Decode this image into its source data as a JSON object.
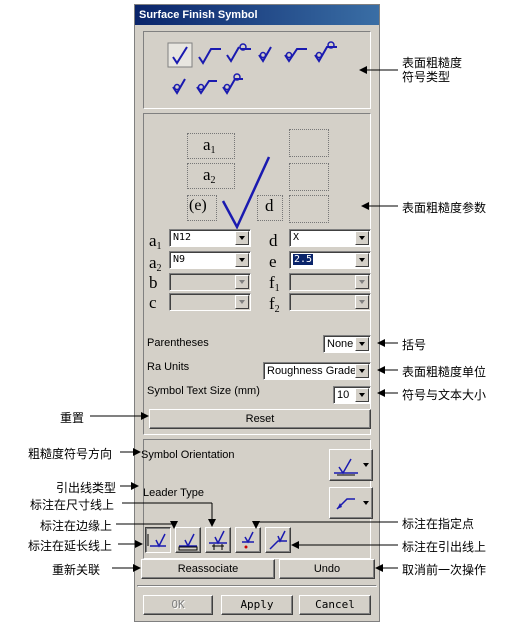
{
  "dialog": {
    "title": "Surface Finish Symbol",
    "param_labels": {
      "a1_base": "a",
      "a1_sub": "1",
      "a2_base": "a",
      "a2_sub": "2",
      "b": "b",
      "c": "c",
      "d": "d",
      "e": "e",
      "f1_base": "f",
      "f1_sub": "1",
      "f2_base": "f",
      "f2_sub": "2"
    },
    "diagram": {
      "a1_base": "a",
      "a1_sub": "1",
      "a2_base": "a",
      "a2_sub": "2",
      "e": "(e)",
      "d": "d"
    },
    "fields": {
      "a1": "N12",
      "a2": "N9",
      "b": "",
      "c": "",
      "d": "X",
      "e": "2.5",
      "f1": "",
      "f2": ""
    },
    "parentheses": {
      "label": "Parentheses",
      "value": "None"
    },
    "ra_units": {
      "label": "Ra Units",
      "value": "Roughness Grade"
    },
    "text_size": {
      "label": "Symbol Text Size (mm)",
      "value": "10"
    },
    "reset_label": "Reset",
    "orientation_label": "Symbol Orientation",
    "leader_label": "Leader Type",
    "reassociate_label": "Reassociate",
    "undo_label": "Undo",
    "ok_label": "OK",
    "apply_label": "Apply",
    "cancel_label": "Cancel"
  },
  "annotations": {
    "symbol_type": "表面粗糙度\n符号类型",
    "params": "表面粗糙度参数",
    "parentheses": "括号",
    "ra_units": "表面粗糙度单位",
    "text_size": "符号与文本大小",
    "reset": "重置",
    "orientation": "粗糙度符号方向",
    "leader": "引出线类型",
    "on_dimension": "标注在尺寸线上",
    "on_edge": "标注在边缘上",
    "on_point": "标注在指定点",
    "on_extension": "标注在延长线上",
    "on_leader": "标注在引出线上",
    "reassociate": "重新关联",
    "undo": "取消前一次操作"
  },
  "colors": {
    "accent": "#0a246a",
    "symbol": "#1a1ab0",
    "face": "#d4d0c8"
  }
}
